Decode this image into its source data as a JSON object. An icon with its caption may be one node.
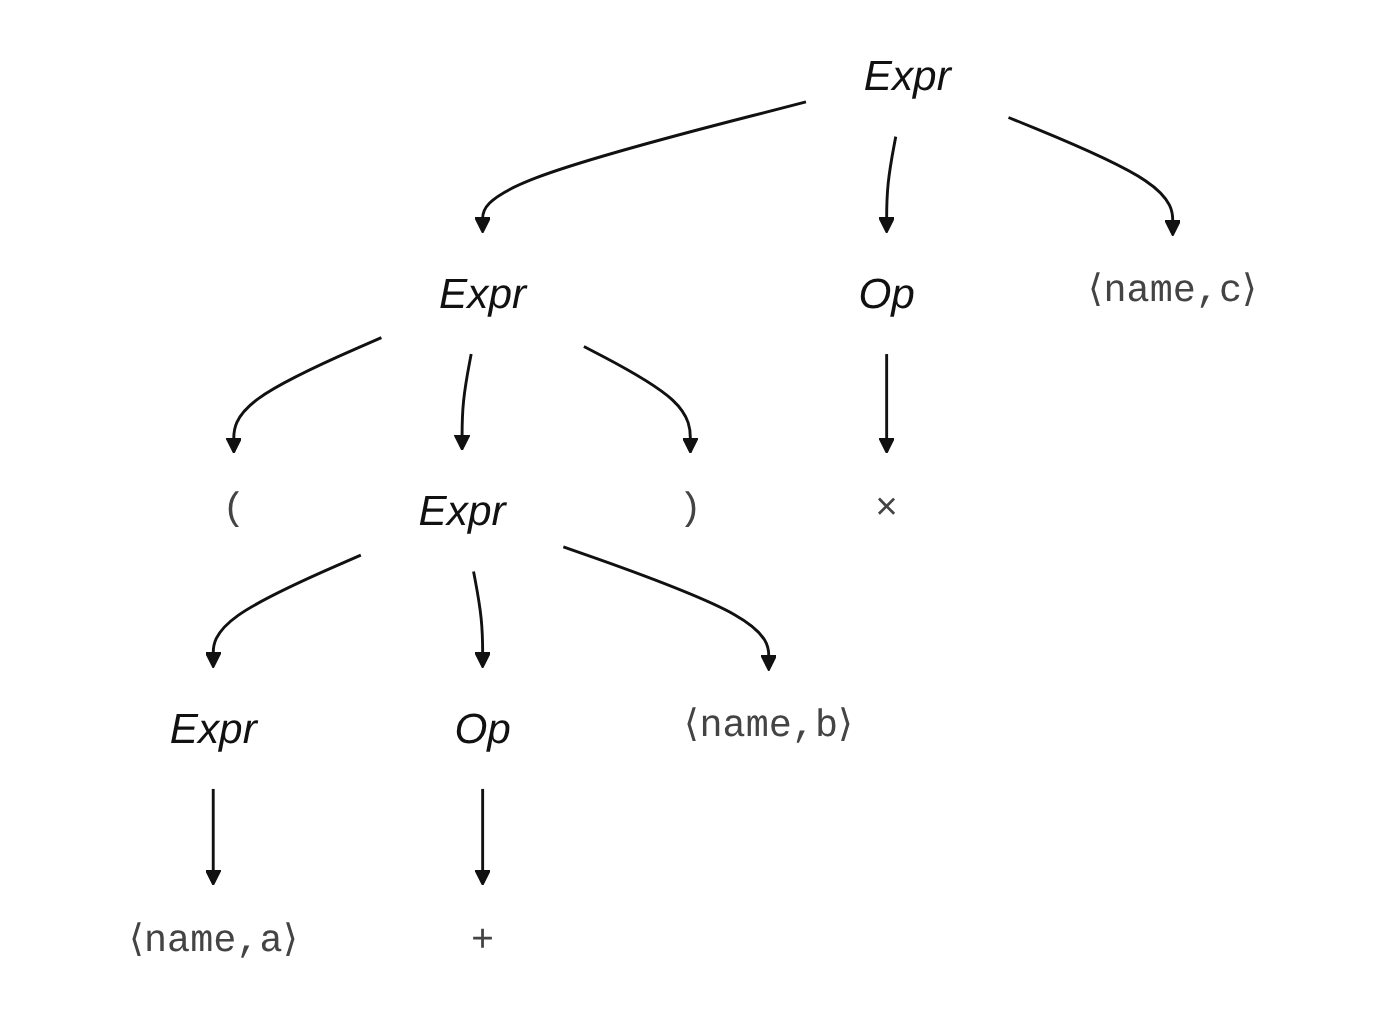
{
  "diagram": {
    "nodes": [
      {
        "text": [
          "Expr"
        ]
      },
      {
        "text": [
          "Expr"
        ]
      },
      {
        "text": [
          "Op"
        ]
      },
      {
        "text": [
          "⟨name,c⟩"
        ]
      },
      {
        "text": [
          "("
        ]
      },
      {
        "text": [
          "Expr"
        ]
      },
      {
        "text": [
          ")"
        ]
      },
      {
        "text": [
          "×"
        ]
      },
      {
        "text": [
          "Expr"
        ]
      },
      {
        "text": [
          "Op"
        ]
      },
      {
        "text": [
          "⟨name,b⟩"
        ]
      },
      {
        "text": [
          "⟨name,a⟩"
        ]
      },
      {
        "text": [
          "+"
        ]
      }
    ],
    "edges": [
      {
        "from": 0,
        "to": 1,
        "arrow": "to"
      },
      {
        "from": 0,
        "to": 2,
        "arrow": "to"
      },
      {
        "from": 0,
        "to": 3,
        "arrow": "to"
      },
      {
        "from": 1,
        "to": 4,
        "arrow": "to"
      },
      {
        "from": 1,
        "to": 5,
        "arrow": "to"
      },
      {
        "from": 1,
        "to": 6,
        "arrow": "to"
      },
      {
        "from": 2,
        "to": 7,
        "arrow": "to"
      },
      {
        "from": 5,
        "to": 8,
        "arrow": "to"
      },
      {
        "from": 5,
        "to": 9,
        "arrow": "to"
      },
      {
        "from": 5,
        "to": 10,
        "arrow": "to"
      },
      {
        "from": 8,
        "to": 11,
        "arrow": "to"
      },
      {
        "from": 9,
        "to": 12,
        "arrow": "to"
      }
    ]
  }
}
